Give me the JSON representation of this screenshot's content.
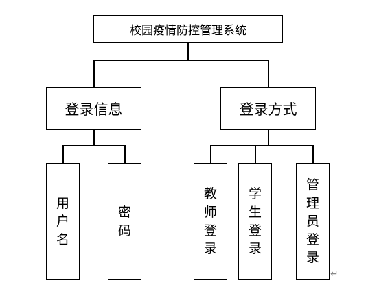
{
  "root": {
    "label": "校园疫情防控管理系统"
  },
  "groups": [
    {
      "label": "登录信息",
      "children": [
        "用户名",
        "密码"
      ]
    },
    {
      "label": "登录方式",
      "children": [
        "教师登录",
        "学生登录",
        "管理员登录"
      ]
    }
  ],
  "paragraph_mark": "↵"
}
